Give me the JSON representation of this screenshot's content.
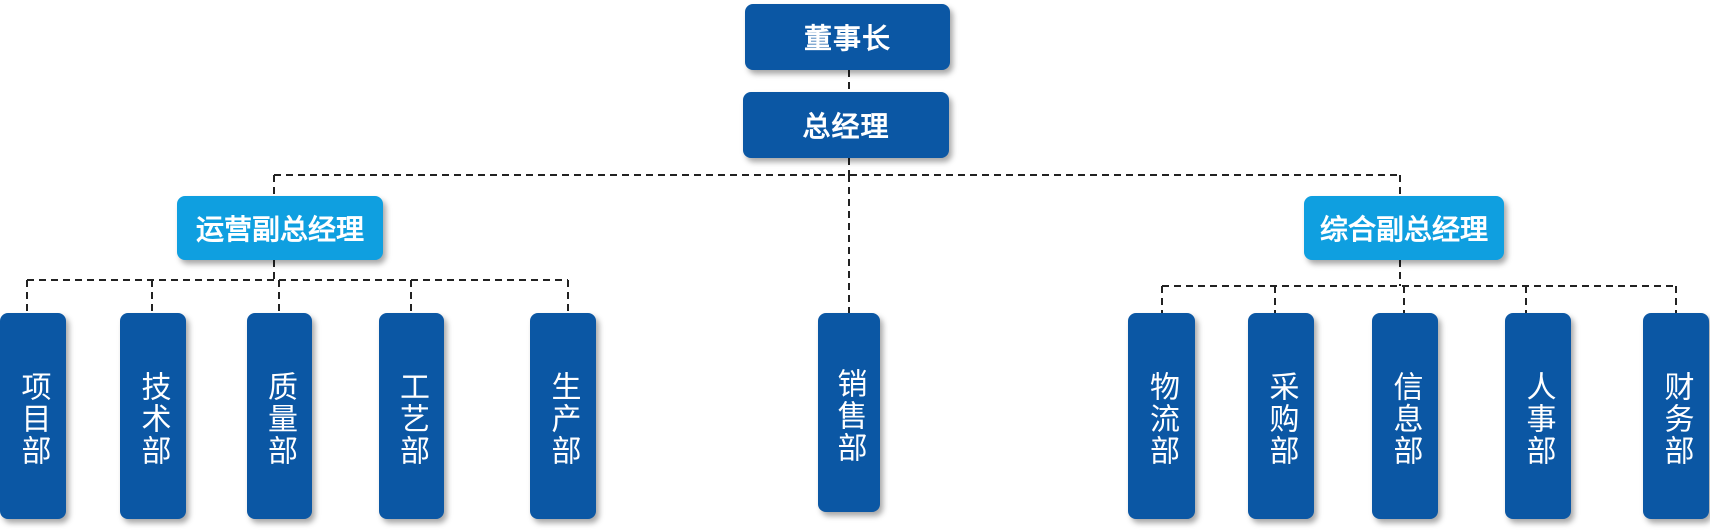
{
  "colors": {
    "primary": "#0b57a4",
    "accent": "#0f9fe0",
    "connector": "#222222"
  },
  "org": {
    "chairman": "董事长",
    "general_manager": "总经理",
    "vp_operations": "运营副总经理",
    "vp_general": "综合副总经理",
    "departments_operations": [
      "项目部",
      "技术部",
      "质量部",
      "工艺部",
      "生产部"
    ],
    "department_sales": "销售部",
    "departments_general": [
      "物流部",
      "采购部",
      "信息部",
      "人事部",
      "财务部"
    ]
  }
}
